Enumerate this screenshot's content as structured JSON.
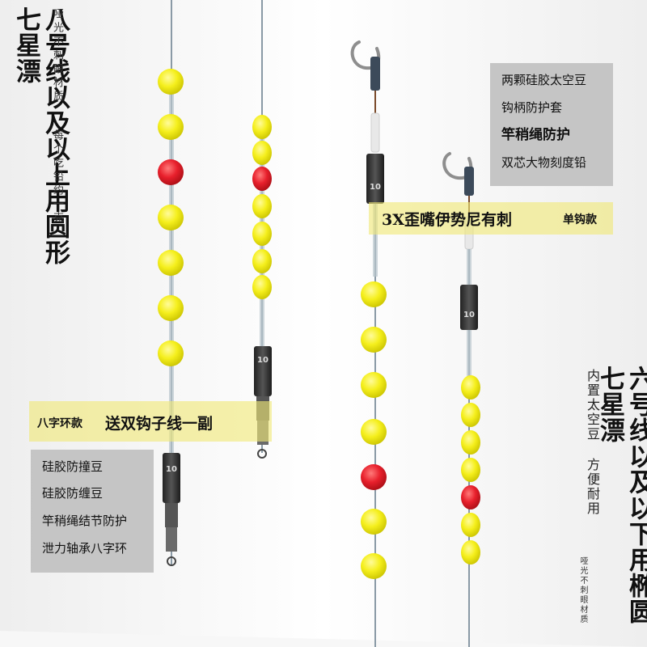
{
  "left_title": "八号线以及以上用圆形七星漂",
  "left_sub_1": "哑光不刺眼材质",
  "left_sub_2": "每个吃铅约一克",
  "right_title": "六号线以及以下用椭圆七星漂",
  "right_sub_1": "内置太空豆",
  "right_sub_2": "方便耐用",
  "right_sub_3": "哑光不刺眼材质",
  "top_right_box": [
    "两颗硅胶太空豆",
    "钩柄防护套",
    "竿稍绳防护",
    "双芯大物刻度铅"
  ],
  "band_right": {
    "main": "3X歪嘴伊势尼有刺",
    "side": "单钩款"
  },
  "band_left": {
    "side": "八字环款",
    "main": "送双钩子线一副"
  },
  "bottom_left_box": [
    "硅胶防撞豆",
    "硅胶防缠豆",
    "竿稍绳结节防护",
    "泄力轴承八字环"
  ],
  "sinker_label": "10",
  "colors": {
    "bead_yellow": "#f4ef1a",
    "bead_red": "#e8202c",
    "box_gray": "#bebebe",
    "band_yellow": "#f0e878"
  }
}
